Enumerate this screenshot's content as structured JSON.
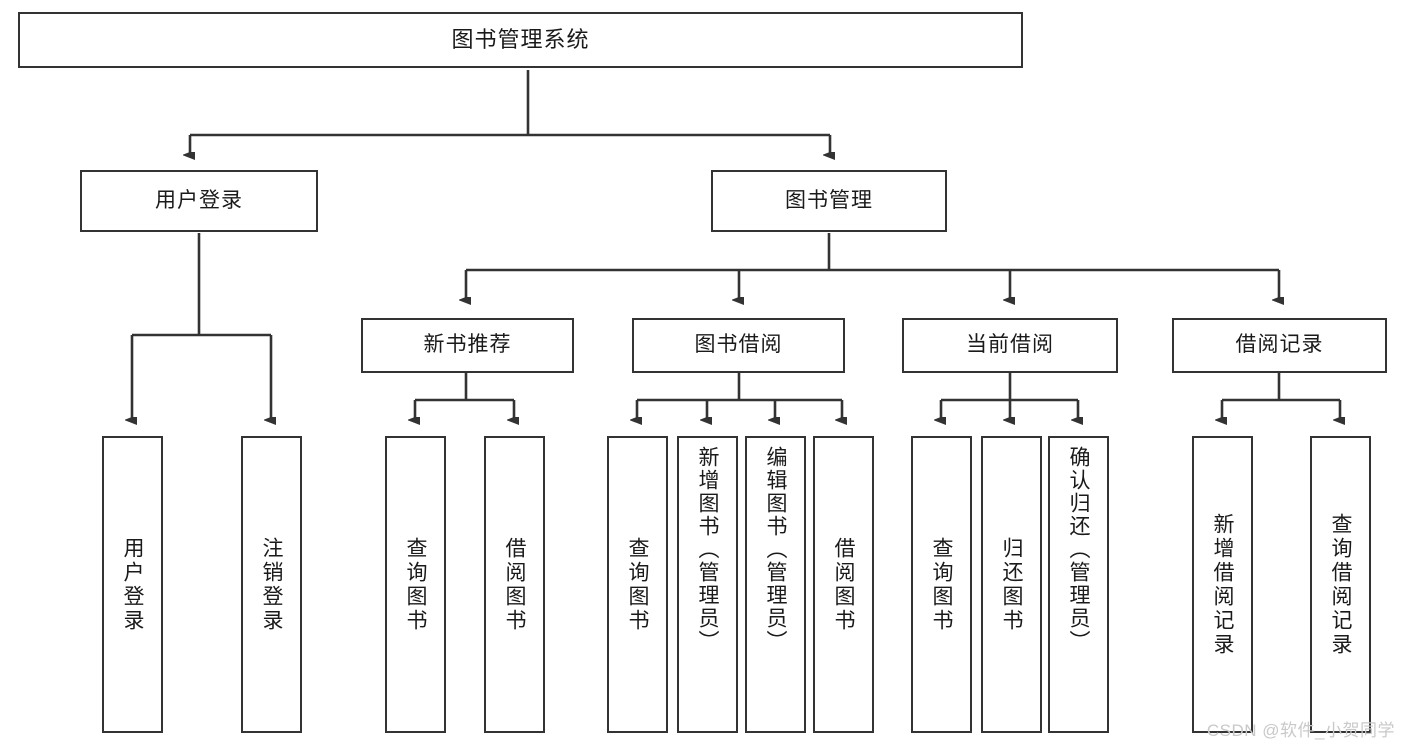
{
  "diagram": {
    "type": "tree",
    "title": "图书管理系统",
    "root": {
      "id": "root",
      "label": "图书管理系统",
      "orientation": "horizontal"
    },
    "level2": [
      {
        "id": "user-login",
        "label": "用户登录",
        "orientation": "horizontal"
      },
      {
        "id": "book-manage",
        "label": "图书管理",
        "orientation": "horizontal"
      }
    ],
    "level3": [
      {
        "id": "new-book-recommend",
        "label": "新书推荐",
        "orientation": "horizontal",
        "parent": "book-manage"
      },
      {
        "id": "book-borrow",
        "label": "图书借阅",
        "orientation": "horizontal",
        "parent": "book-manage"
      },
      {
        "id": "current-borrow",
        "label": "当前借阅",
        "orientation": "horizontal",
        "parent": "book-manage"
      },
      {
        "id": "borrow-record",
        "label": "借阅记录",
        "orientation": "horizontal",
        "parent": "book-manage"
      }
    ],
    "leaves": {
      "user_login": [
        {
          "id": "leaf-user-login",
          "label": "用户登录"
        },
        {
          "id": "leaf-logout-login",
          "label": "注销登录"
        }
      ],
      "new_book_recommend": [
        {
          "id": "leaf-query-book-1",
          "label": "查询图书"
        },
        {
          "id": "leaf-borrow-book-1",
          "label": "借阅图书"
        }
      ],
      "book_borrow": [
        {
          "id": "leaf-query-book-2",
          "label": "查询图书"
        },
        {
          "id": "leaf-add-book",
          "label": "新增图书（管理员）"
        },
        {
          "id": "leaf-edit-book",
          "label": "编辑图书（管理员）"
        },
        {
          "id": "leaf-borrow-book-2",
          "label": "借阅图书"
        }
      ],
      "current_borrow": [
        {
          "id": "leaf-query-book-3",
          "label": "查询图书"
        },
        {
          "id": "leaf-return-book",
          "label": "归还图书"
        },
        {
          "id": "leaf-confirm-return",
          "label": "确认归还（管理员）"
        }
      ],
      "borrow_record": [
        {
          "id": "leaf-add-record",
          "label": "新增借阅记录"
        },
        {
          "id": "leaf-query-record",
          "label": "查询借阅记录"
        }
      ]
    },
    "colors": {
      "stroke": "#333333",
      "fill": "#ffffff",
      "text": "#1a1a1a",
      "watermark": "#c9c9c9"
    }
  },
  "watermark": {
    "text": "CSDN @软件_小贺同学"
  }
}
